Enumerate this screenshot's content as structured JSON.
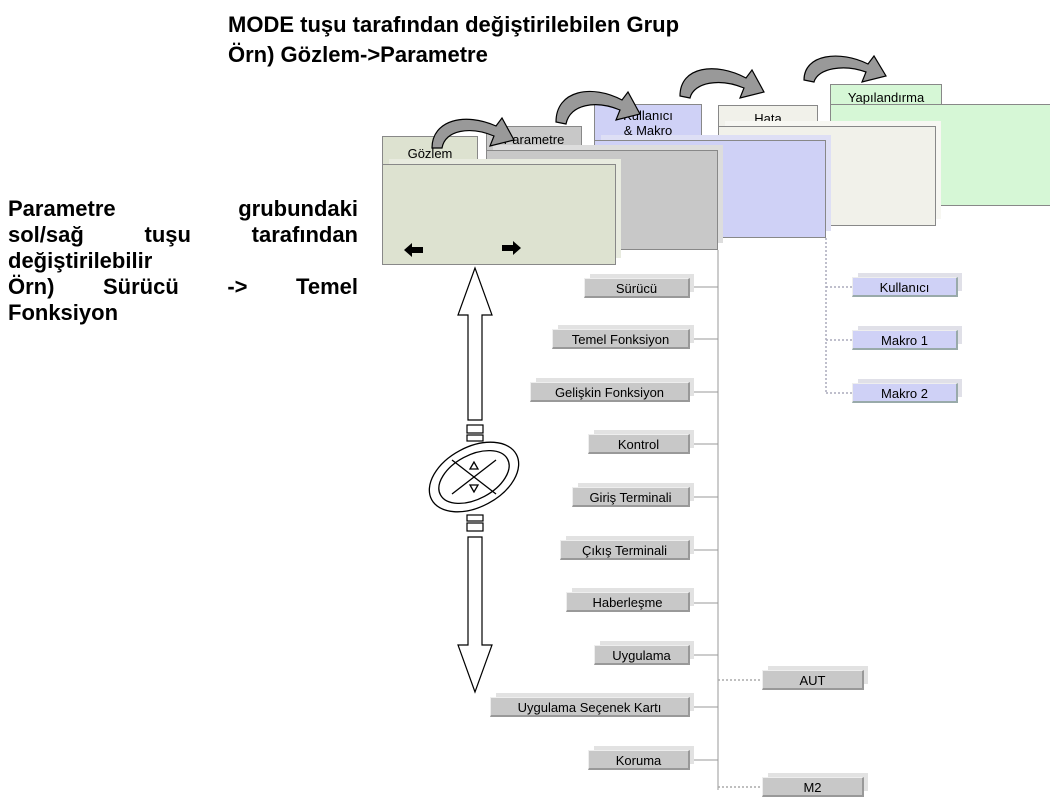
{
  "title": {
    "line1": "MODE tuşu tarafından değiştirilebilen Grup",
    "line2": "Örn) Gözlem->Parametre"
  },
  "side_text": {
    "row1_left": "Parametre",
    "row1_right": "grubundaki",
    "row2_a": "sol/sağ",
    "row2_b": "tuşu",
    "row2_c": "tarafından",
    "row3": "değiştirilebilir",
    "row4_a": "Örn)",
    "row4_b": "Sürücü",
    "row4_c": "->",
    "row4_d": "Temel",
    "row5": "Fonksiyon"
  },
  "groups": {
    "gozlem": "Gözlem",
    "parametre": "Parametre",
    "kullanici_line1": "Kullanıcı",
    "kullanici_line2": "& Makro",
    "hata": "Hata",
    "yapilandirma": "Yapılandırma"
  },
  "parameter_items": [
    "Sürücü",
    "Temel Fonksiyon",
    "Gelişkin Fonksiyon",
    "Kontrol",
    "Giriş Terminali",
    "Çıkış Terminali",
    "Haberleşme",
    "Uygulama",
    "Uygulama Seçenek Kartı",
    "Koruma"
  ],
  "macro_items": [
    "Kullanıcı",
    "Makro 1",
    "Makro 2"
  ],
  "option_items": [
    "AUT",
    "M2"
  ],
  "colors": {
    "gozlem": "#dde2d0",
    "parametre": "#c8c8c8",
    "kullanici": "#cfd1f6",
    "hata": "#f1f1ea",
    "yapilandirma": "#d6f7d6"
  }
}
